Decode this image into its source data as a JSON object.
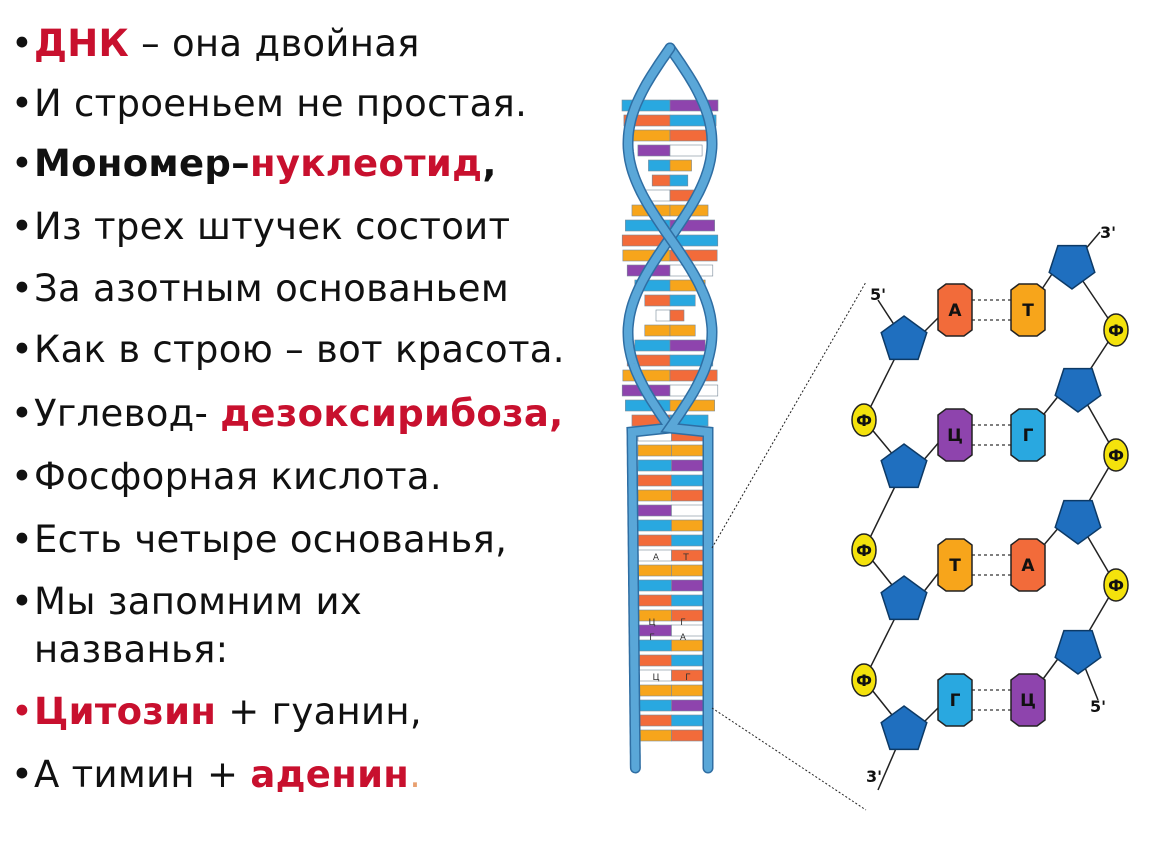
{
  "poem": {
    "line1": {
      "bullet": "•",
      "a": "ДНК",
      "b": " – она двойная"
    },
    "line2": {
      "bullet": "•",
      "a": "И строеньем не простая."
    },
    "line3": {
      "bullet": "•",
      "a": "Мономер–",
      "b": "нуклеотид",
      "c": ","
    },
    "line4": {
      "bullet": "•",
      "a": "Из трех штучек состоит"
    },
    "line5": {
      "bullet": "•",
      "a": "За азотным основаньем"
    },
    "line6": {
      "bullet": "•",
      "a": "Как в строю – вот красота."
    },
    "line7": {
      "bullet": "•",
      "a": "Углевод- ",
      "b": "дезоксирибоза,"
    },
    "line8": {
      "bullet": "•",
      "a": "Фосфорная кислота."
    },
    "line9": {
      "bullet": "•",
      "a": "Есть четыре основанья,"
    },
    "line10": {
      "bullet": "•",
      "a": "Мы запомним их",
      "b": "названья:"
    },
    "line11": {
      "bullet": "•",
      "a": "Цитозин",
      "b": " + гуанин,"
    },
    "line12": {
      "bullet": "•",
      "a": "А тимин + ",
      "b": "аденин",
      "c": "."
    }
  },
  "diagram": {
    "phosphate_label": "Ф",
    "end_labels": {
      "five_prime": "5'",
      "three_prime": "3'"
    },
    "helix_base_labels": [
      "А",
      "Т",
      "Ц",
      "Г",
      "Г",
      "А",
      "Ц",
      "Г"
    ],
    "pairs": [
      {
        "left": "А",
        "right": "Т",
        "left_color": "#f26b3a",
        "right_color": "#f7a51b"
      },
      {
        "left": "Ц",
        "right": "Г",
        "left_color": "#8e44ad",
        "right_color": "#29a8e0"
      },
      {
        "left": "Т",
        "right": "А",
        "left_color": "#f7a51b",
        "right_color": "#f26b3a"
      },
      {
        "left": "Г",
        "right": "Ц",
        "left_color": "#29a8e0",
        "right_color": "#8e44ad"
      }
    ],
    "colors": {
      "strand": "#5aa7d8",
      "strand_dark": "#2f6ea3",
      "sugar": "#1f6fbf",
      "phosphate": "#f4e20c",
      "orange": "#f26b3a",
      "yellow": "#f7a51b",
      "blue": "#29a8e0",
      "purple": "#8e44ad",
      "white": "#ffffff"
    }
  }
}
